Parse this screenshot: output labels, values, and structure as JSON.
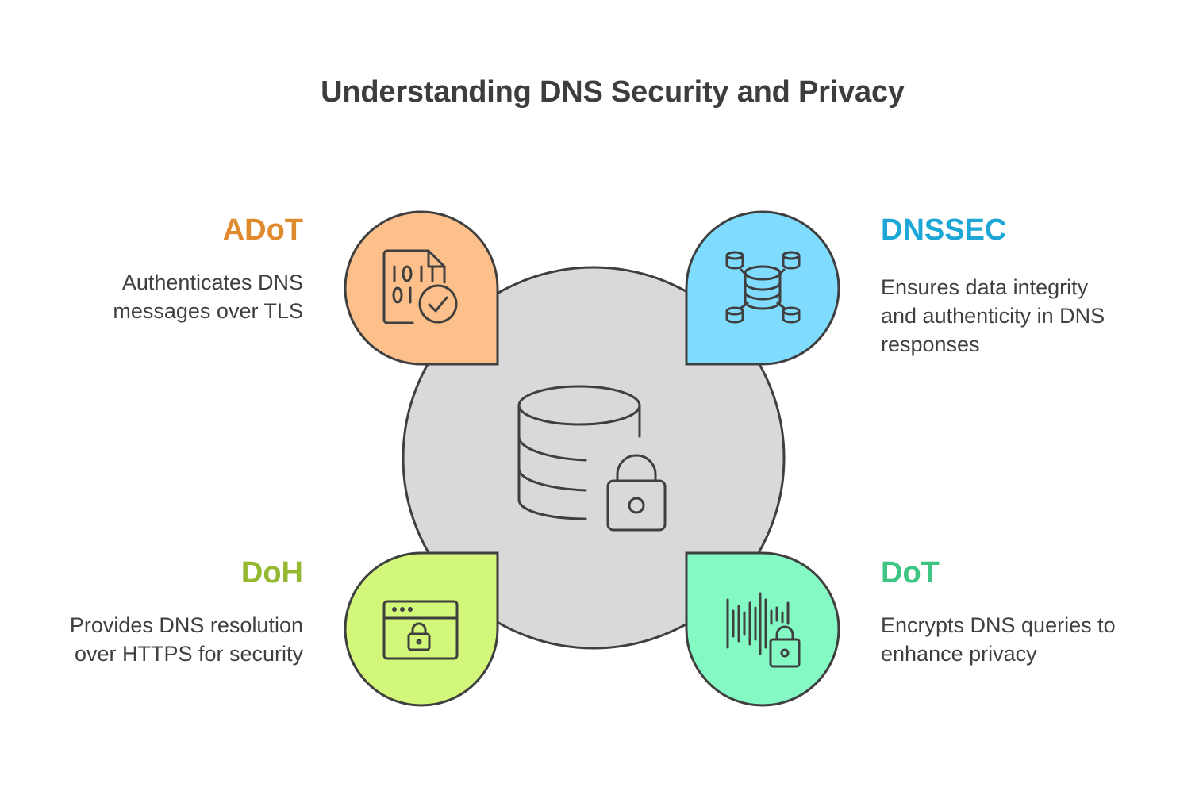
{
  "title": "Understanding DNS Security and Privacy",
  "center": {
    "icon": "database-lock-icon",
    "fill": "#d9d9d9"
  },
  "items": [
    {
      "id": "adot",
      "heading": "ADoT",
      "description_lines": [
        "Authenticates DNS",
        "messages over TLS"
      ],
      "color": "#e08a2e",
      "fill": "#fec08a",
      "icon": "binary-file-check-icon"
    },
    {
      "id": "dnssec",
      "heading": "DNSSEC",
      "description_lines": [
        "Ensures data integrity",
        "and authenticity in DNS",
        "responses"
      ],
      "color": "#1ea7d6",
      "fill": "#7fdcff",
      "icon": "database-network-icon"
    },
    {
      "id": "doh",
      "heading": "DoH",
      "description_lines": [
        "Provides DNS resolution",
        "over HTTPS for security"
      ],
      "color": "#95b833",
      "fill": "#d3f77a",
      "icon": "browser-lock-icon"
    },
    {
      "id": "dot",
      "heading": "DoT",
      "description_lines": [
        "Encrypts DNS queries to",
        "enhance privacy"
      ],
      "color": "#3ec483",
      "fill": "#85f9c3",
      "icon": "soundwave-lock-icon"
    }
  ]
}
